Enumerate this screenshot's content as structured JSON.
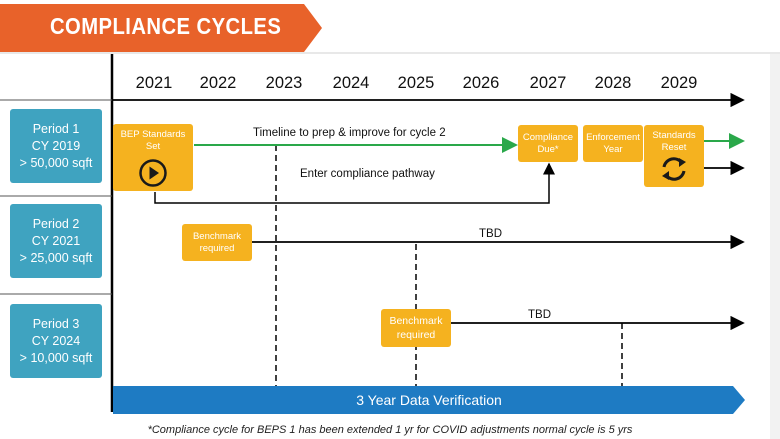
{
  "title": "COMPLIANCE CYCLES",
  "years": [
    "2021",
    "2022",
    "2023",
    "2024",
    "2025",
    "2026",
    "2027",
    "2028",
    "2029"
  ],
  "periods": [
    {
      "name": "Period 1",
      "cy": "CY 2019",
      "size": "> 50,000 sqft"
    },
    {
      "name": "Period 2",
      "cy": "CY 2021",
      "size": "> 25,000 sqft"
    },
    {
      "name": "Period 3",
      "cy": "CY 2024",
      "size": "> 10,000 sqft"
    }
  ],
  "boxes": {
    "bep_line1": "BEP Standards",
    "bep_line2": "Set",
    "compliance_line1": "Compliance",
    "compliance_line2": "Due*",
    "enforcement_line1": "Enforcement",
    "enforcement_line2": "Year",
    "reset_line1": "Standards",
    "reset_line2": "Reset",
    "benchmark1_line1": "Benchmark",
    "benchmark1_line2": "required",
    "benchmark2_line1": "Benchmark",
    "benchmark2_line2": "required"
  },
  "labels": {
    "prep": "Timeline to prep & improve for cycle 2",
    "pathway": "Enter compliance pathway",
    "tbd1": "TBD",
    "tbd2": "TBD"
  },
  "verification": "3 Year Data Verification",
  "footnote": "*Compliance cycle for BEPS 1 has been extended 1 yr for COVID adjustments normal cycle is 5 yrs",
  "colors": {
    "banner": "#e8622a",
    "period_box": "#3fa3c0",
    "milestone_box": "#f5b21f",
    "verification_bar": "#1e7bc3",
    "prep_arrow": "#2aa84a"
  },
  "icons": [
    "play-circle-icon",
    "refresh-cycle-icon"
  ]
}
